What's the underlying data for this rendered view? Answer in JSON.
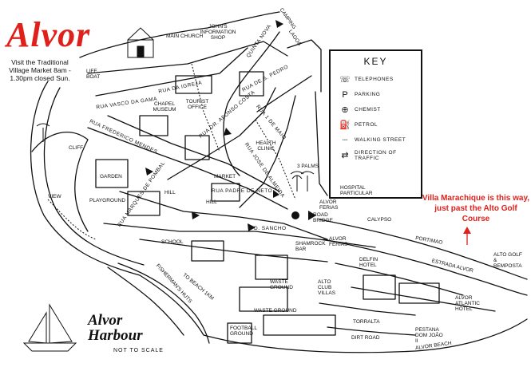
{
  "title": "Alvor",
  "market_note": "Visit the Traditional Village Market 8am - 1.30pm closed Sun.",
  "harbour": [
    "Alvor",
    "Harbour"
  ],
  "scale_note": "NOT TO SCALE",
  "villa_note": "Villa Marachique is this way, just past the Alto Golf Course",
  "accent_color": "#e0201b",
  "key": {
    "title": "KEY",
    "items": [
      {
        "icon": "telephone-icon",
        "symbol": "☏",
        "label": "TELEPHONES"
      },
      {
        "icon": "parking-icon",
        "symbol": "P",
        "label": "PARKING"
      },
      {
        "icon": "chemist-icon",
        "symbol": "⊕",
        "label": "CHEMIST"
      },
      {
        "icon": "petrol-icon",
        "symbol": "⛽",
        "label": "PETROL"
      },
      {
        "icon": "walking-street-icon",
        "symbol": "┈",
        "label": "WALKING STREET"
      },
      {
        "icon": "direction-arrows-icon",
        "symbol": "⇄",
        "label": "DIRECTION OF TRAFFIC"
      }
    ]
  },
  "places": {
    "main_church": "MAIN CHURCH",
    "info_shop": "JOHN'S INFORMATION SHOP",
    "life_boat": "LIFE BOAT",
    "chapel_museum": "CHAPEL MUSEUM",
    "tourist_office": "TOURIST OFFICE",
    "health_clinic": "HEALTH CLINIC",
    "cliff": "CLIFF",
    "garden": "GARDEN",
    "view": "VIEW",
    "playground": "PLAYGROUND",
    "market": "MARKET",
    "hill_1": "HILL",
    "hill_2": "HILL",
    "school": "SCHOOL",
    "three_palms": "3 PALMS",
    "hospital": "HOSPITAL PARTICULAR",
    "alvor_ferias_1": "ALVOR FERIAS",
    "road_bridge": "ROAD BRIDGE",
    "alvor_ferias_2": "ALVOR FERIAS",
    "calypso": "CALYPSO",
    "dolphin_hotel": "DELFIN HOTEL",
    "alto_golf": "ALTO GOLF & BEMPOSTA",
    "alto_club": "ALTO CLUB VILLAS",
    "waste_ground_1": "WASTE GROUND",
    "waste_ground_2": "WASTE GROUND",
    "football": "FOOTBALL GROUND",
    "fishermans_huts": "FISHERMAN'S HUTS",
    "to_beach": "TO BEACH 1KM",
    "torralta": "TORRALTA",
    "dirt_road": "DIRT ROAD",
    "pestana": "PESTANA DOM JOÃO II",
    "alvor_atlantic": "ALVOR ATLANTIC HOTEL",
    "alvor_beach": "ALVOR BEACH",
    "camping": "CAMPING",
    "lagoa": "LAGOA",
    "shamrock": "SHAMROCK BAR",
    "portimao": "PORTIMAO",
    "estrada": "ESTRADA ALVOR",
    "marachique_arrow": "↑"
  },
  "streets": {
    "rua_vasco_da_gama": "RUA VASCO DA GAMA",
    "rua_frederico_mendes": "RUA FREDERICO MENDES",
    "rua_marques_de_pombal": "RUA MARQUES DE POMBAL",
    "rua_padre_de_neto": "RUA PADRE DE NETO",
    "rua_d_sancho": "D. SANCHO",
    "rua_sao_pedro": "RUA DE S. PEDRO",
    "rua_dr_afonso": "RUA DR. AFONSO COSTA",
    "rua_jose_de_almeida": "RUA JOSE DE ALMEIDA",
    "quinta_nova": "QUINTA NOVA",
    "rua_da_igreja": "RUA DA IGREJA",
    "rua_1_maio": "RUA 1 DE MAIO"
  }
}
